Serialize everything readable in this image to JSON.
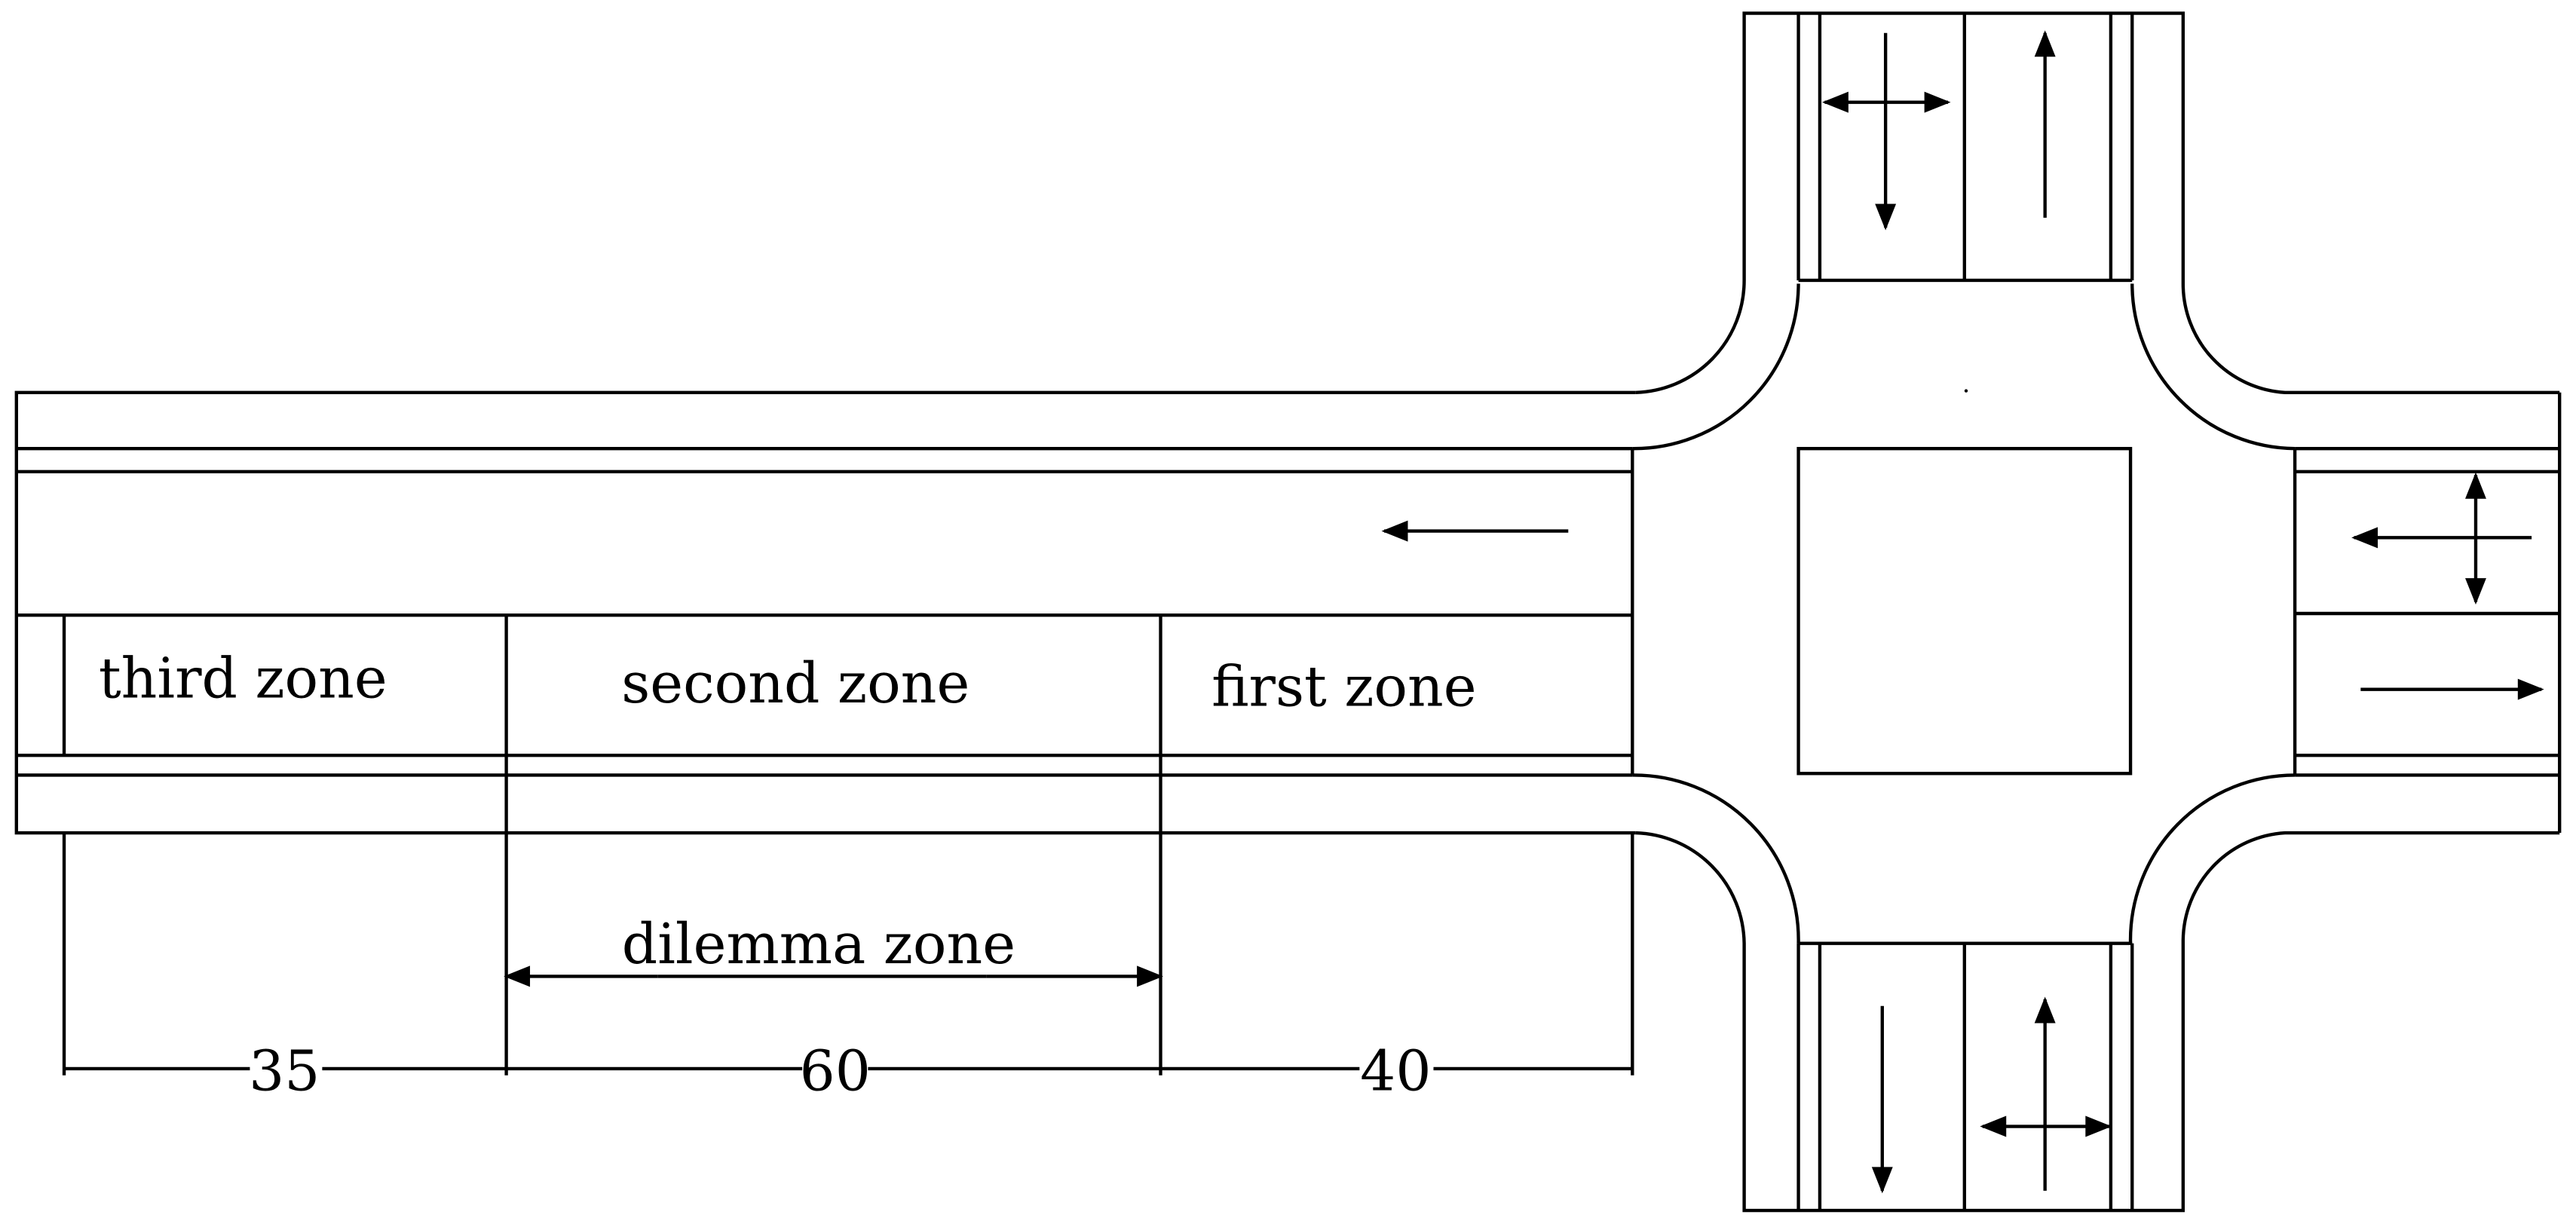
{
  "zones": {
    "third": "third zone",
    "second": "second zone",
    "first": "first zone"
  },
  "dilemma": {
    "label": "dilemma zone"
  },
  "dimensions": {
    "third": "35",
    "second": "60",
    "first": "40"
  },
  "colors": {
    "line": "#000000",
    "background": "#ffffff"
  },
  "icons": {
    "arrow": "arrow-icon"
  }
}
